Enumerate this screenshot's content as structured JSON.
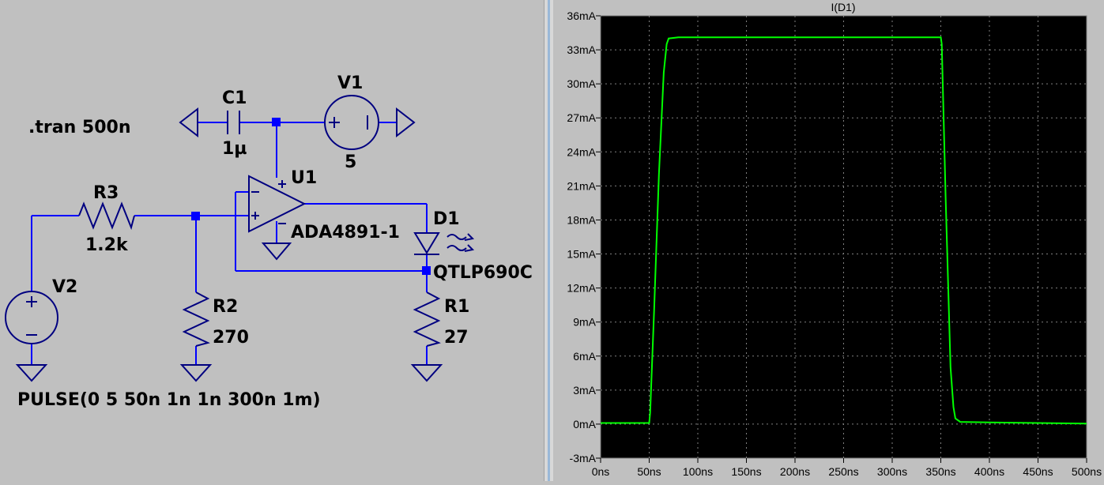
{
  "schematic": {
    "directive": ".tran 500n",
    "c1": {
      "name": "C1",
      "value": "1µ"
    },
    "v1": {
      "name": "V1",
      "value": "5"
    },
    "u1": {
      "name": "U1",
      "value": "ADA4891-1"
    },
    "r3": {
      "name": "R3",
      "value": "1.2k"
    },
    "d1": {
      "name": "D1",
      "value": "QTLP690C"
    },
    "v2": {
      "name": "V2",
      "value": "PULSE(0 5 50n 1n 1n 300n 1m)"
    },
    "r2": {
      "name": "R2",
      "value": "270"
    },
    "r1": {
      "name": "R1",
      "value": "27"
    },
    "wire_color": "#0000ff"
  },
  "waveform": {
    "trace_label": "I(D1)",
    "trace_color": "#00ff00",
    "background": "#000000"
  },
  "chart_data": {
    "type": "line",
    "title": "I(D1)",
    "xlabel": "",
    "ylabel": "",
    "xlim": [
      0,
      500
    ],
    "ylim": [
      -3,
      36
    ],
    "x_ticks": [
      "0ns",
      "50ns",
      "100ns",
      "150ns",
      "200ns",
      "250ns",
      "300ns",
      "350ns",
      "400ns",
      "450ns",
      "500ns"
    ],
    "y_ticks": [
      "-3mA",
      "0mA",
      "3mA",
      "6mA",
      "9mA",
      "12mA",
      "15mA",
      "18mA",
      "21mA",
      "24mA",
      "27mA",
      "30mA",
      "33mA",
      "36mA"
    ],
    "grid": true,
    "series": [
      {
        "name": "I(D1)",
        "x": [
          0,
          50,
          51,
          55,
          60,
          65,
          68,
          70,
          80,
          200,
          300,
          350,
          351,
          355,
          360,
          363,
          365,
          370,
          400,
          450,
          500
        ],
        "y": [
          0.1,
          0.1,
          1,
          10,
          22,
          31,
          33.5,
          34,
          34.1,
          34.1,
          34.1,
          34.1,
          33.5,
          20,
          5,
          1.5,
          0.5,
          0.2,
          0.15,
          0.1,
          0.05
        ]
      }
    ]
  }
}
